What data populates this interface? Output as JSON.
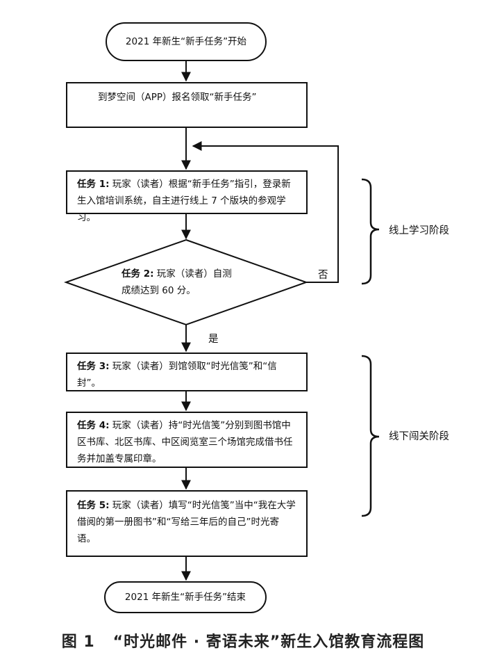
{
  "diagram": {
    "start": "2021 年新生“新手任务”开始",
    "step_app": "到梦空间（APP）报名领取“新手任务”",
    "task1": {
      "label": "任务 1:",
      "text": " 玩家（读者）根据“新手任务”指引，登录新生入馆培训系统，自主进行线上 7 个版块的参观学习。"
    },
    "task2": {
      "label": "任务 2:",
      "line1": " 玩家（读者）自测",
      "line2": "成绩达到 60 分。"
    },
    "no_label": "否",
    "yes_label": "是",
    "task3": {
      "label": "任务 3:",
      "text": " 玩家（读者）到馆领取“时光信笺”和“信封”。"
    },
    "task4": {
      "label": "任务 4:",
      "text": " 玩家（读者）持“时光信笺”分别到图书馆中区书库、北区书库、中区阅览室三个场馆完成借书任务并加盖专属印章。"
    },
    "task5": {
      "label": "任务 5:",
      "text": " 玩家（读者）填写“时光信笺”当中“我在大学借阅的第一册图书”和“写给三年后的自己”时光寄语。"
    },
    "end": "2021 年新生“新手任务”结束",
    "phase_online": "线上学习阶段",
    "phase_offline": "线下闯关阶段"
  },
  "caption": {
    "number": "图 1",
    "title": "“时光邮件 · 寄语未来”新生入馆教育流程图"
  }
}
